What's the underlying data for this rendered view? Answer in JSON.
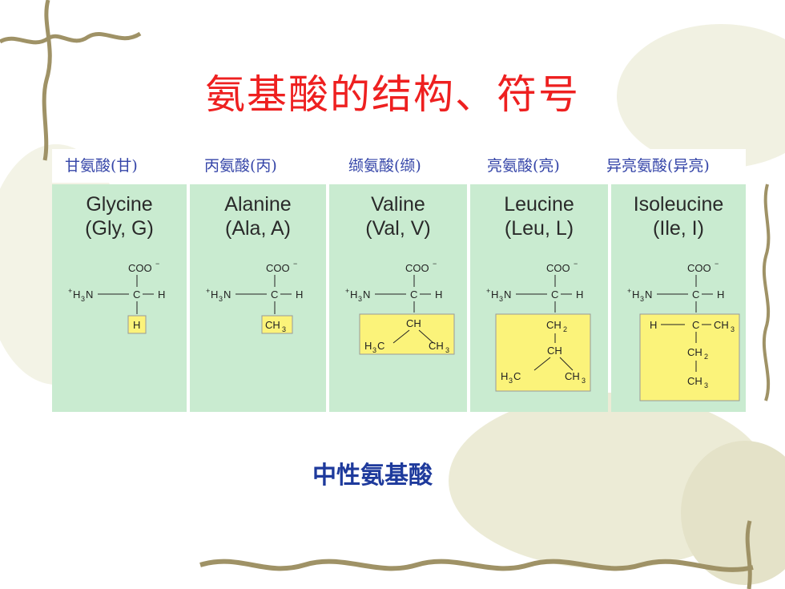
{
  "title": "氨基酸的结构、符号",
  "subtitle": "中性氨基酸",
  "amino_acids": [
    {
      "header": "甘氨酸(甘)",
      "name": "Glycine",
      "abbr": "(Gly, G)",
      "r_group": "H"
    },
    {
      "header": "丙氨酸(丙)",
      "name": "Alanine",
      "abbr": "(Ala, A)",
      "r_group": "CH3"
    },
    {
      "header": "缬氨酸(缬)",
      "name": "Valine",
      "abbr": "(Val, V)",
      "r_group": "CH(CH3)2"
    },
    {
      "header": "亮氨酸(亮)",
      "name": "Leucine",
      "abbr": "(Leu, L)",
      "r_group": "CH2CH(CH3)2"
    },
    {
      "header": "异亮氨酸(异亮)",
      "name": "Isoleucine",
      "abbr": "(Ile, I)",
      "r_group": "CH(CH3)CH2CH3"
    }
  ],
  "colors": {
    "title": "#ee2020",
    "subtitle": "#1e3a9c",
    "header": "#3545a8",
    "column_bg": "#c9ebd0",
    "r_group_bg": "#fbf37a"
  }
}
